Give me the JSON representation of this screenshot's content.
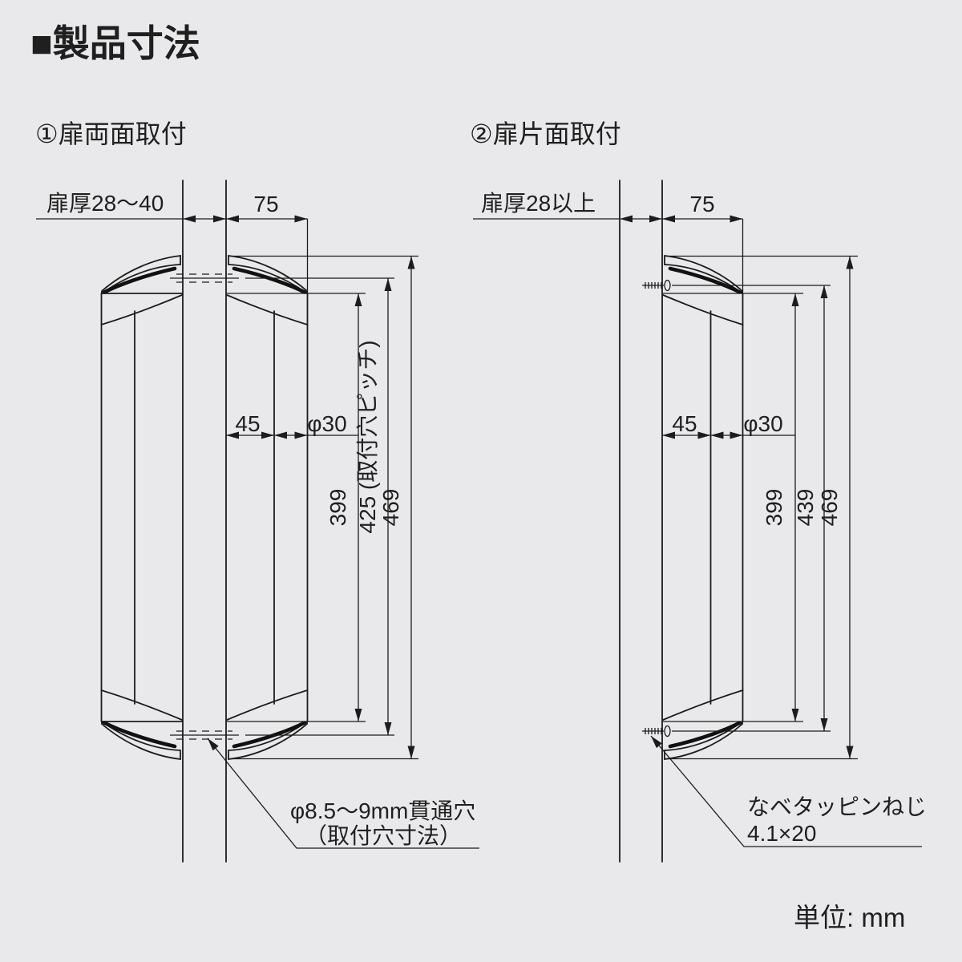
{
  "title": "■製品寸法",
  "unit_label": "単位: mm",
  "colors": {
    "background": "#e9e8ea",
    "line": "#1c1c1c",
    "text": "#1f1f1f"
  },
  "diagram_left": {
    "label": "①扉両面取付",
    "door_thickness": "扉厚28～40",
    "depth": "75",
    "hole_offset": "45",
    "grip_diameter": "φ30",
    "dim_shoulder": "399",
    "dim_hole_pitch": "425 (取付穴ピッチ)",
    "dim_overall": "469",
    "note_line1": "φ8.5～9mm貫通穴",
    "note_line2": "（取付穴寸法）"
  },
  "diagram_right": {
    "label": "②扉片面取付",
    "door_thickness": "扉厚28以上",
    "depth": "75",
    "hole_offset": "45",
    "grip_diameter": "φ30",
    "dim_shoulder": "399",
    "dim_screw_pitch": "439",
    "dim_overall": "469",
    "note_line1": "なベタッピンねじ",
    "note_line2": "4.1×20"
  }
}
